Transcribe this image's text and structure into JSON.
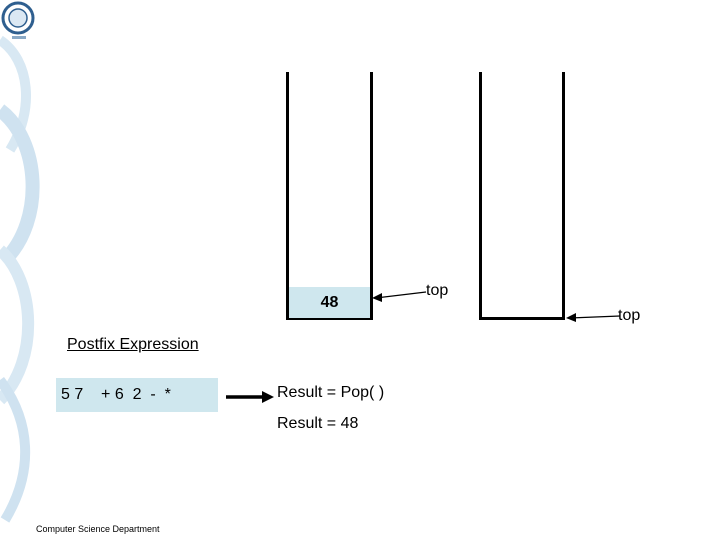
{
  "stack1": {
    "cells": [
      "48"
    ],
    "top_label": "top"
  },
  "stack2": {
    "top_label": "top"
  },
  "expression": {
    "heading": "Postfix Expression",
    "tokens": "5 7    + 6  2  -  *"
  },
  "result": {
    "line1": "Result = Pop( )",
    "line2": "Result = 48"
  },
  "footer": {
    "text": "Computer Science Department"
  },
  "colors": {
    "cell_fill": "#cfe7ee",
    "decor_blue": "#2f7fb5"
  }
}
